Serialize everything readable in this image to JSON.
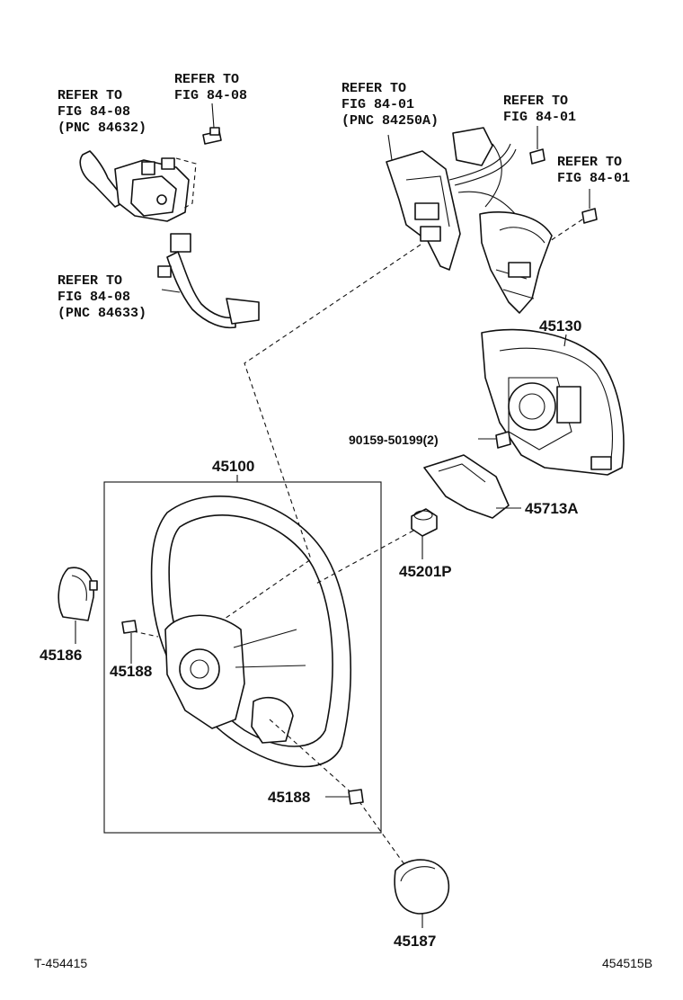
{
  "refs": {
    "ref_combo_switch": [
      "REFER TO",
      "FIG 84-08",
      "(PNC 84632)"
    ],
    "ref_screw_top": [
      "REFER TO",
      "FIG 84-08"
    ],
    "ref_wire_harness": [
      "REFER TO",
      "FIG 84-08",
      "(PNC 84633)"
    ],
    "ref_steering_pad_switch": [
      "REFER TO",
      "FIG 84-01",
      "(PNC 84250A)"
    ],
    "ref_screw_right_upper": [
      "REFER TO",
      "FIG 84-01"
    ],
    "ref_screw_right_lower": [
      "REFER TO",
      "FIG 84-01"
    ]
  },
  "parts": {
    "p45130": "45130",
    "p90159": "90159-50199(2)",
    "p45713A": "45713A",
    "p45201P": "45201P",
    "p45100": "45100",
    "p45186": "45186",
    "p45188_left": "45188",
    "p45188_bottom": "45188",
    "p45187": "45187"
  },
  "footer": {
    "left_code": "T-454415",
    "right_code": "454515B"
  }
}
